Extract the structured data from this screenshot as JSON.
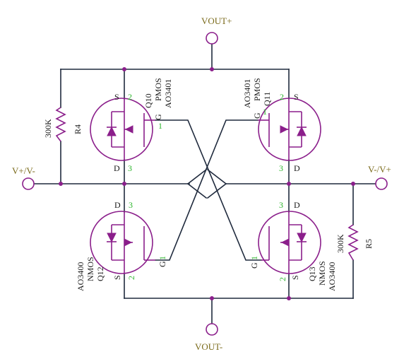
{
  "nets": {
    "vout_pos": "VOUT+",
    "vout_neg": "VOUT-",
    "vin_left": "V+/V-",
    "vin_right": "V-/V+"
  },
  "resistors": {
    "r4": {
      "name": "R4",
      "value": "300K"
    },
    "r5": {
      "name": "R5",
      "value": "300K"
    }
  },
  "transistors": {
    "q10": {
      "ref": "Q10",
      "type": "PMOS",
      "part": "AO3401",
      "pin_g": "G",
      "pin_s": "S",
      "pin_d": "D",
      "num_g": "1",
      "num_s": "2",
      "num_d": "3"
    },
    "q11": {
      "ref": "Q11",
      "type": "PMOS",
      "part": "AO3401",
      "pin_g": "G",
      "pin_s": "S",
      "pin_d": "D",
      "num_g": "1",
      "num_s": "2",
      "num_d": "3"
    },
    "q12": {
      "ref": "Q12",
      "type": "NMOS",
      "part": "AO3400",
      "pin_g": "G",
      "pin_s": "S",
      "pin_d": "D",
      "num_g": "1",
      "num_s": "2",
      "num_d": "3"
    },
    "q13": {
      "ref": "Q13",
      "type": "NMOS",
      "part": "AO3400",
      "pin_g": "G",
      "pin_s": "S",
      "pin_d": "D",
      "num_g": "1",
      "num_s": "2",
      "num_d": "3"
    }
  },
  "colors": {
    "wire": "#1f2a3d",
    "component": "#8b1f8b",
    "net_label": "#7a6a1a",
    "pin_number": "#2bb52b"
  }
}
